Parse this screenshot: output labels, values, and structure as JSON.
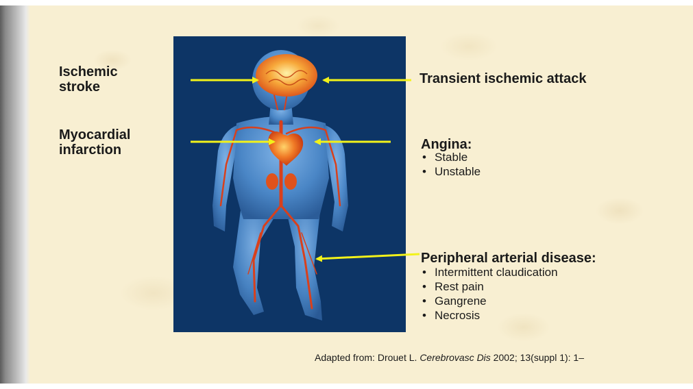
{
  "labels": {
    "stroke_line1": "Ischemic",
    "stroke_line2": "stroke",
    "mi_line1": "Myocardial",
    "mi_line2": "infarction",
    "tia": "Transient ischemic attack",
    "angina_title": "Angina:",
    "angina_items": [
      "Stable",
      "Unstable"
    ],
    "pad_title": "Peripheral arterial disease:",
    "pad_items": [
      "Intermittent claudication",
      "Rest pain",
      "Gangrene",
      "Necrosis"
    ]
  },
  "citation": {
    "prefix": "Adapted from: Drouet L. ",
    "journal": "Cerebrovasc Dis",
    "suffix": " 2002; 13(suppl 1): 1–"
  },
  "colors": {
    "background": "#f8efd2",
    "figure_panel": "#0d3566",
    "arrow": "#f2f21a",
    "vessels": "#d8401c",
    "body": "#4a86c6"
  },
  "icons": [
    "human-body-figure",
    "brain-icon",
    "heart-icon",
    "kidneys-icon",
    "arrow-icon"
  ]
}
